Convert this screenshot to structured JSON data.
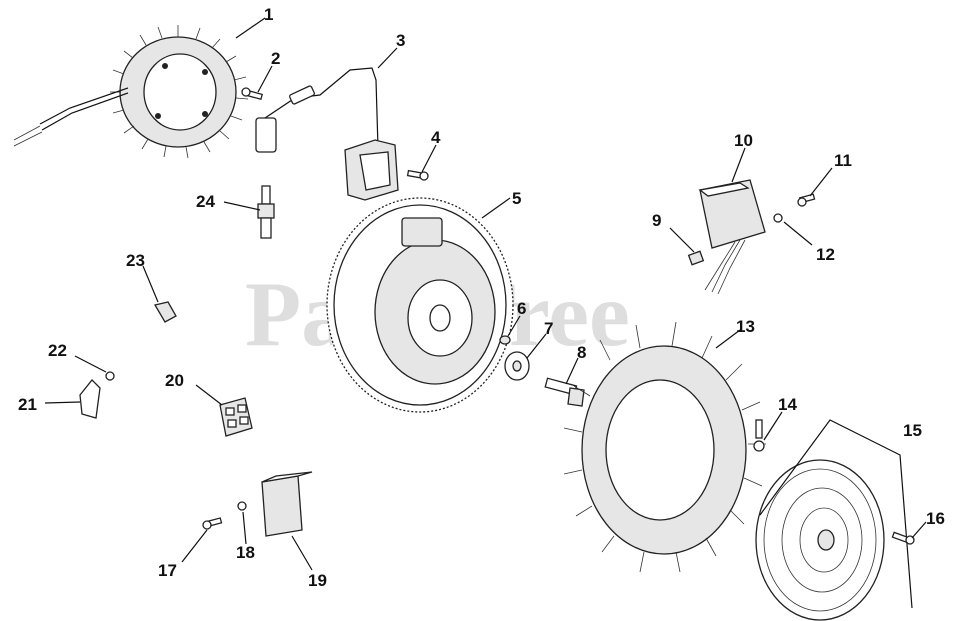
{
  "watermark": "PartsTree",
  "callouts": [
    {
      "id": "1",
      "label": "1"
    },
    {
      "id": "2",
      "label": "2"
    },
    {
      "id": "3",
      "label": "3"
    },
    {
      "id": "4",
      "label": "4"
    },
    {
      "id": "5",
      "label": "5"
    },
    {
      "id": "6",
      "label": "6"
    },
    {
      "id": "7",
      "label": "7"
    },
    {
      "id": "8",
      "label": "8"
    },
    {
      "id": "9",
      "label": "9"
    },
    {
      "id": "10",
      "label": "10"
    },
    {
      "id": "11",
      "label": "11"
    },
    {
      "id": "12",
      "label": "12"
    },
    {
      "id": "13",
      "label": "13"
    },
    {
      "id": "14",
      "label": "14"
    },
    {
      "id": "15",
      "label": "15"
    },
    {
      "id": "16",
      "label": "16"
    },
    {
      "id": "17",
      "label": "17"
    },
    {
      "id": "18",
      "label": "18"
    },
    {
      "id": "19",
      "label": "19"
    },
    {
      "id": "20",
      "label": "20"
    },
    {
      "id": "21",
      "label": "21"
    },
    {
      "id": "22",
      "label": "22"
    },
    {
      "id": "23",
      "label": "23"
    },
    {
      "id": "24",
      "label": "24"
    }
  ]
}
